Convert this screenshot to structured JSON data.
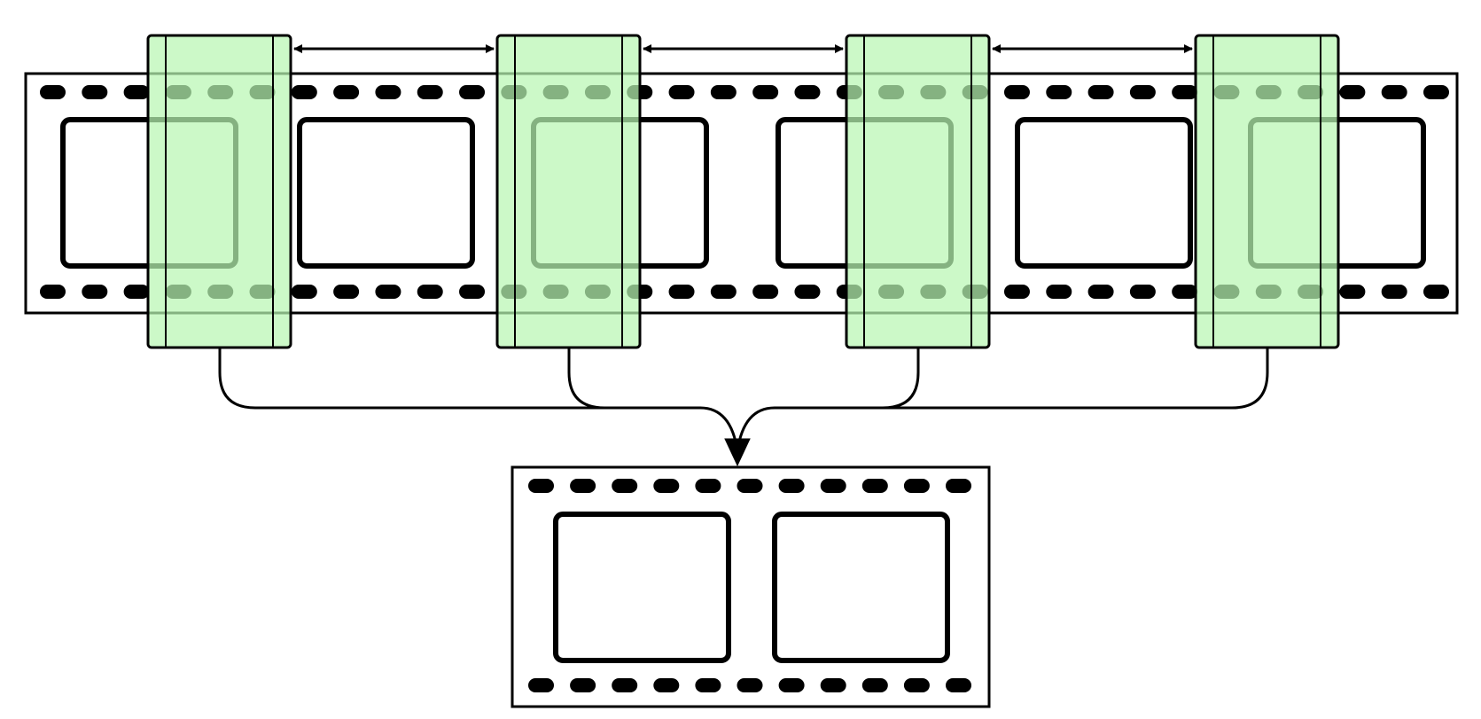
{
  "diagram": {
    "type": "video-frame-sampling",
    "source_strip": {
      "frame_count": 6,
      "hole_count": 34
    },
    "sampling_windows": {
      "count": 4,
      "fill_color": "#b9f7b3",
      "stroke_color": "#000000"
    },
    "output_strip": {
      "frame_count": 2,
      "hole_count": 11
    },
    "colors": {
      "stroke": "#000000",
      "background": "#ffffff",
      "window_fill": "#b9f7b3"
    }
  }
}
